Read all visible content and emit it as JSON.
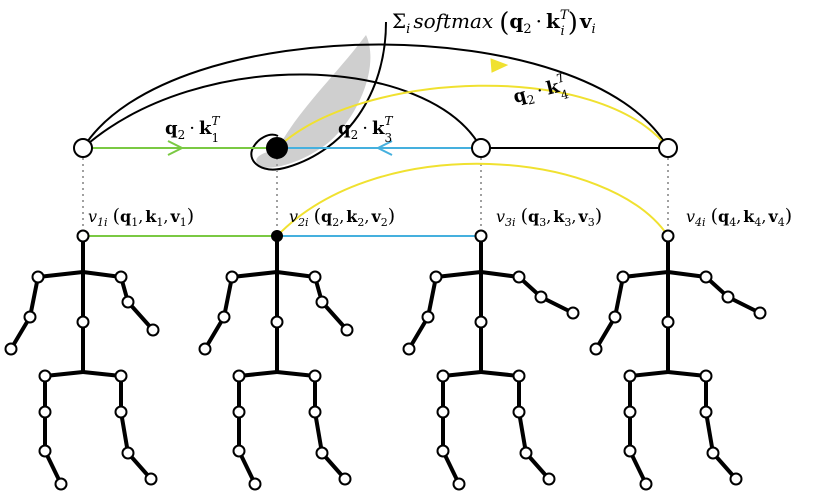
{
  "colors": {
    "background": "#ffffff",
    "ink": "#000000",
    "green": "#7ac943",
    "blue": "#45b0de",
    "yellow": "#f0e130",
    "shade": "#cfcfcf",
    "dotted": "#a0a0a0"
  },
  "formula": {
    "sum": "Σ",
    "sum_sub": "i",
    "fn": "softmax",
    "open": "(",
    "q": "q",
    "q_sub": "2",
    "dot": "·",
    "k": "k",
    "k_sub": "i",
    "k_sup": "T",
    "close": ")",
    "v": "v",
    "v_sub": "i"
  },
  "edge_labels": [
    {
      "q": "q",
      "q_sub": "2",
      "dot": "·",
      "k": "k",
      "k_sub": "1",
      "k_sup": "T"
    },
    {
      "q": "q",
      "q_sub": "2",
      "dot": "·",
      "k": "k",
      "k_sub": "3",
      "k_sup": "T"
    },
    {
      "q": "q",
      "q_sub": "2",
      "dot": "·",
      "k": "k",
      "k_sub": "4",
      "k_sup": "T"
    }
  ],
  "joint_labels": [
    {
      "v": "v",
      "v_sub": "1i",
      "q": "q",
      "q_sub": "1",
      "k": "k",
      "k_sub": "1",
      "vv": "v",
      "vv_sub": "1"
    },
    {
      "v": "v",
      "v_sub": "2i",
      "q": "q",
      "q_sub": "2",
      "k": "k",
      "k_sub": "2",
      "vv": "v",
      "vv_sub": "2"
    },
    {
      "v": "v",
      "v_sub": "3i",
      "q": "q",
      "q_sub": "3",
      "k": "k",
      "k_sub": "3",
      "vv": "v",
      "vv_sub": "3"
    },
    {
      "v": "v",
      "v_sub": "4i",
      "q": "q",
      "q_sub": "4",
      "k": "k",
      "k_sub": "4",
      "vv": "v",
      "vv_sub": "4"
    }
  ],
  "punct": {
    "open": "(",
    "comma": ",",
    "close": ")"
  },
  "graph_nodes": [
    {
      "id": "node-1",
      "filled": false
    },
    {
      "id": "node-2",
      "filled": true
    },
    {
      "id": "node-3",
      "filled": false
    },
    {
      "id": "node-4",
      "filled": false
    }
  ],
  "skeletons": [
    {
      "id": "skeleton-1",
      "pose": "arms-down"
    },
    {
      "id": "skeleton-2",
      "pose": "arms-down"
    },
    {
      "id": "skeleton-3",
      "pose": "right-arm-raised"
    },
    {
      "id": "skeleton-4",
      "pose": "right-arm-raised"
    }
  ]
}
